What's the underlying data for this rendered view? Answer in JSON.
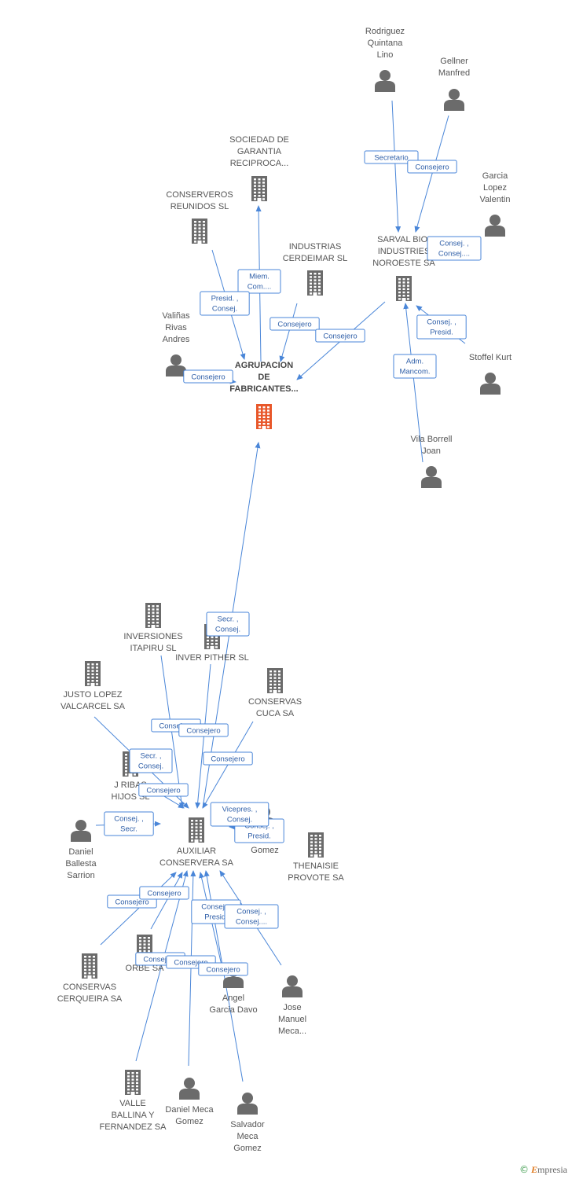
{
  "colors": {
    "edge": "#4a86d8",
    "company": "#6b6b6b",
    "person": "#6b6b6b",
    "focus": "#e8572a"
  },
  "brand": {
    "copyright": "©",
    "initial": "E",
    "rest": "mpresia"
  },
  "nodes": [
    {
      "id": "agrupacion",
      "type": "company",
      "focus": true,
      "lines": [
        "AGRUPACION",
        "DE",
        "FABRICANTES..."
      ]
    },
    {
      "id": "rodriguez",
      "type": "person",
      "lines": [
        "Rodriguez",
        "Quintana",
        "Lino"
      ]
    },
    {
      "id": "gellner",
      "type": "person",
      "lines": [
        "Gellner",
        "Manfred"
      ]
    },
    {
      "id": "garcia_lopez",
      "type": "person",
      "lines": [
        "Garcia",
        "Lopez",
        "Valentin"
      ]
    },
    {
      "id": "sociedad",
      "type": "company",
      "lines": [
        "SOCIEDAD DE",
        "GARANTIA",
        "RECIPROCA..."
      ]
    },
    {
      "id": "conserveros",
      "type": "company",
      "lines": [
        "CONSERVEROS",
        "REUNIDOS SL"
      ]
    },
    {
      "id": "industrias",
      "type": "company",
      "lines": [
        "INDUSTRIAS",
        "CERDEIMAR SL"
      ]
    },
    {
      "id": "sarval",
      "type": "company",
      "lines": [
        "SARVAL BIO-",
        "INDUSTRIES",
        "NOROESTE SA"
      ]
    },
    {
      "id": "valinas",
      "type": "person",
      "lines": [
        "Valiñas",
        "Rivas",
        "Andres"
      ]
    },
    {
      "id": "stoffel",
      "type": "person",
      "lines": [
        "Stoffel Kurt"
      ]
    },
    {
      "id": "vila",
      "type": "person",
      "lines": [
        "Vila Borrell",
        "Joan"
      ]
    },
    {
      "id": "inversiones",
      "type": "company",
      "lines": [
        "INVERSIONES",
        "ITAPIRU SL"
      ]
    },
    {
      "id": "inverpither",
      "type": "company",
      "lines": [
        "INVER PITHER SL"
      ]
    },
    {
      "id": "justo",
      "type": "company",
      "lines": [
        "JUSTO LOPEZ",
        "VALCARCEL SA"
      ]
    },
    {
      "id": "cuca",
      "type": "company",
      "lines": [
        "CONSERVAS",
        "CUCA SA"
      ]
    },
    {
      "id": "jribas",
      "type": "company",
      "lines": [
        "J RIBAS",
        "HIJOS SL"
      ]
    },
    {
      "id": "daniel_ballesta",
      "type": "person",
      "lines": [
        "Daniel",
        "Ballesta",
        "Sarrion"
      ]
    },
    {
      "id": "auxiliar",
      "type": "company",
      "lines": [
        "AUXILIAR",
        "CONSERVERA SA"
      ]
    },
    {
      "id": "sarrion_gomez",
      "type": "person",
      "lines": [
        "Sarrion",
        "Gomez"
      ]
    },
    {
      "id": "thenaisie",
      "type": "company",
      "lines": [
        "THENAISIE",
        "PROVOTE SA"
      ]
    },
    {
      "id": "cerqueira",
      "type": "company",
      "lines": [
        "CONSERVAS",
        "CERQUEIRA SA"
      ]
    },
    {
      "id": "orbe",
      "type": "company",
      "lines": [
        "ORBE SA"
      ]
    },
    {
      "id": "angel",
      "type": "person",
      "lines": [
        "Angel",
        "Garcia Davo"
      ]
    },
    {
      "id": "jose",
      "type": "person",
      "lines": [
        "Jose",
        "Manuel",
        "Meca..."
      ]
    },
    {
      "id": "valle",
      "type": "company",
      "lines": [
        "VALLE",
        "BALLINA Y",
        "FERNANDEZ SA"
      ]
    },
    {
      "id": "daniel_meca",
      "type": "person",
      "lines": [
        "Daniel Meca",
        "Gomez"
      ]
    },
    {
      "id": "salvador",
      "type": "person",
      "lines": [
        "Salvador",
        "Meca",
        "Gomez"
      ]
    }
  ],
  "edges": [
    {
      "id": "e1",
      "from": "rodriguez",
      "to": "sarval",
      "label": [
        "Secretario"
      ]
    },
    {
      "id": "e2",
      "from": "gellner",
      "to": "sarval",
      "label": [
        "Consejero"
      ]
    },
    {
      "id": "e3",
      "from": "garcia_lopez",
      "to": "sarval",
      "label": [
        "Consej. ,",
        "Consej...."
      ]
    },
    {
      "id": "e4",
      "from": "stoffel",
      "to": "sarval",
      "label": [
        "Consej. ,",
        "Presid."
      ]
    },
    {
      "id": "e5",
      "from": "vila",
      "to": "sarval",
      "label": [
        "Adm.",
        "Mancom."
      ]
    },
    {
      "id": "e6",
      "from": "sociedad",
      "to": "agrupacion",
      "label": [
        "Miem.",
        "Com...."
      ]
    },
    {
      "id": "e7",
      "from": "conserveros",
      "to": "agrupacion",
      "label": [
        "Presid. ,",
        "Consej."
      ]
    },
    {
      "id": "e8",
      "from": "industrias",
      "to": "agrupacion",
      "label": [
        "Consejero"
      ]
    },
    {
      "id": "e9",
      "from": "sarval",
      "to": "agrupacion",
      "label": [
        "Consejero"
      ]
    },
    {
      "id": "e10",
      "from": "valinas",
      "to": "agrupacion",
      "label": [
        "Consejero"
      ]
    },
    {
      "id": "e11",
      "from": "auxiliar",
      "to": "agrupacion",
      "label": [
        "Secr. ,",
        "Consej."
      ]
    },
    {
      "id": "e12",
      "from": "inversiones",
      "to": "auxiliar",
      "label": [
        "Consejero"
      ]
    },
    {
      "id": "e13",
      "from": "inverpither",
      "to": "auxiliar",
      "label": [
        "Consejero"
      ]
    },
    {
      "id": "e14",
      "from": "justo",
      "to": "auxiliar",
      "label": [
        "Secr. ,",
        "Consej."
      ]
    },
    {
      "id": "e15",
      "from": "cuca",
      "to": "auxiliar",
      "label": [
        "Consejero"
      ]
    },
    {
      "id": "e16",
      "from": "jribas",
      "to": "auxiliar",
      "label": [
        "Consejero"
      ]
    },
    {
      "id": "e17",
      "from": "daniel_ballesta",
      "to": "auxiliar",
      "label": [
        "Consej. ,",
        "Secr."
      ]
    },
    {
      "id": "e18",
      "from": "sarrion_gomez",
      "to": "auxiliar",
      "label": [
        "Consej. ,",
        "Presid."
      ]
    },
    {
      "id": "e19",
      "from": "thenaisie",
      "to": "auxiliar",
      "label": [
        "Vicepres. ,",
        "Consej."
      ]
    },
    {
      "id": "e20",
      "from": "cerqueira",
      "to": "auxiliar",
      "label": [
        "Consejero"
      ]
    },
    {
      "id": "e21",
      "from": "orbe",
      "to": "auxiliar",
      "label": [
        "Consejero"
      ]
    },
    {
      "id": "e22",
      "from": "angel",
      "to": "auxiliar",
      "label": [
        "Consej. ,",
        "Presid."
      ]
    },
    {
      "id": "e23",
      "from": "jose",
      "to": "auxiliar",
      "label": [
        "Consej. ,",
        "Consej...."
      ]
    },
    {
      "id": "e24",
      "from": "valle",
      "to": "auxiliar",
      "label": [
        "Consejero"
      ]
    },
    {
      "id": "e25",
      "from": "daniel_meca",
      "to": "auxiliar",
      "label": [
        "Consejero"
      ]
    },
    {
      "id": "e26",
      "from": "salvador",
      "to": "auxiliar",
      "label": [
        "Consejero"
      ]
    }
  ]
}
